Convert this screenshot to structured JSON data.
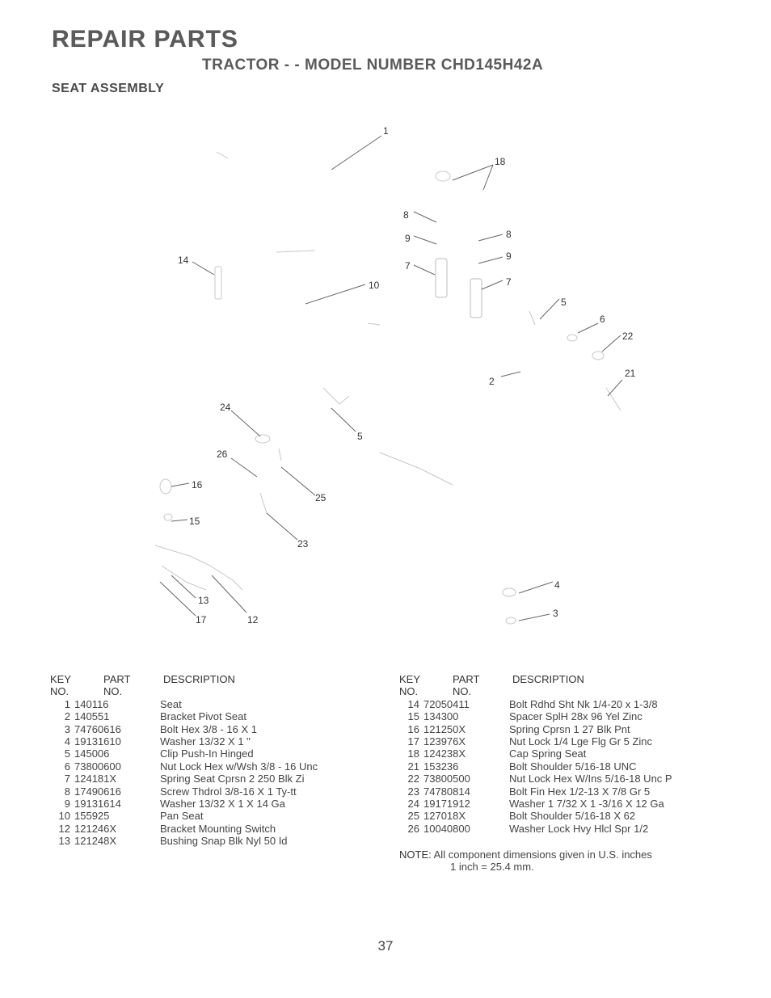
{
  "header": {
    "title": "REPAIR PARTS",
    "subtitle": "TRACTOR - - MODEL NUMBER CHD145H42A",
    "section": "SEAT ASSEMBLY"
  },
  "diagram": {
    "callouts": [
      "1",
      "18",
      "8",
      "9",
      "8",
      "9",
      "7",
      "7",
      "14",
      "10",
      "5",
      "6",
      "22",
      "21",
      "2",
      "24",
      "5",
      "26",
      "16",
      "25",
      "15",
      "23",
      "4",
      "3",
      "13",
      "17",
      "12"
    ]
  },
  "table": {
    "headers": {
      "key_line1": "KEY",
      "key_line2": "NO.",
      "part_line1": "PART",
      "part_line2": "NO.",
      "description": "DESCRIPTION"
    },
    "left_rows": [
      {
        "key": "1",
        "part": "140116",
        "desc": "Seat"
      },
      {
        "key": "2",
        "part": "140551",
        "desc": "Bracket Pivot Seat"
      },
      {
        "key": "3",
        "part": "74760616",
        "desc": "Bolt Hex 3/8 - 16 X 1"
      },
      {
        "key": "4",
        "part": "19131610",
        "desc": "Washer 13/32 X 1 \""
      },
      {
        "key": "5",
        "part": "145006",
        "desc": "Clip Push-In Hinged"
      },
      {
        "key": "6",
        "part": "73800600",
        "desc": "Nut Lock Hex w/Wsh 3/8 - 16 Unc"
      },
      {
        "key": "7",
        "part": "124181X",
        "desc": "Spring Seat Cprsn 2 250 Blk Zi"
      },
      {
        "key": "8",
        "part": "17490616",
        "desc": "Screw Thdrol 3/8-16 X 1 Ty-tt"
      },
      {
        "key": "9",
        "part": "19131614",
        "desc": "Washer 13/32 X 1 X 14 Ga"
      },
      {
        "key": "10",
        "part": "155925",
        "desc": "Pan Seat"
      },
      {
        "key": "12",
        "part": "121246X",
        "desc": "Bracket Mounting Switch"
      },
      {
        "key": "13",
        "part": "121248X",
        "desc": "Bushing Snap Blk Nyl 50 Id"
      }
    ],
    "right_rows": [
      {
        "key": "14",
        "part": "72050411",
        "desc": "Bolt Rdhd Sht Nk 1/4-20 x 1-3/8"
      },
      {
        "key": "15",
        "part": "134300",
        "desc": "Spacer SplH 28x 96 Yel Zinc"
      },
      {
        "key": "16",
        "part": "121250X",
        "desc": "Spring Cprsn 1 27 Blk Pnt"
      },
      {
        "key": "17",
        "part": "123976X",
        "desc": "Nut Lock 1/4 Lge Flg Gr 5 Zinc"
      },
      {
        "key": "18",
        "part": "124238X",
        "desc": "Cap Spring Seat"
      },
      {
        "key": "21",
        "part": "153236",
        "desc": "Bolt Shoulder 5/16-18 UNC"
      },
      {
        "key": "22",
        "part": "73800500",
        "desc": "Nut Lock Hex W/Ins 5/16-18 Unc P"
      },
      {
        "key": "23",
        "part": "74780814",
        "desc": "Bolt Fin Hex 1/2-13 X 7/8 Gr 5"
      },
      {
        "key": "24",
        "part": "19171912",
        "desc": "Washer 1 7/32 X 1 -3/16 X 12 Ga"
      },
      {
        "key": "25",
        "part": "127018X",
        "desc": "Bolt Shoulder 5/16-18 X 62"
      },
      {
        "key": "26",
        "part": "10040800",
        "desc": "Washer Lock Hvy Hlcl Spr 1/2"
      }
    ]
  },
  "note": {
    "label": "NOTE:",
    "line1": "All component dimensions given in U.S. inches",
    "line2": "1 inch = 25.4 mm."
  },
  "page_number": "37"
}
